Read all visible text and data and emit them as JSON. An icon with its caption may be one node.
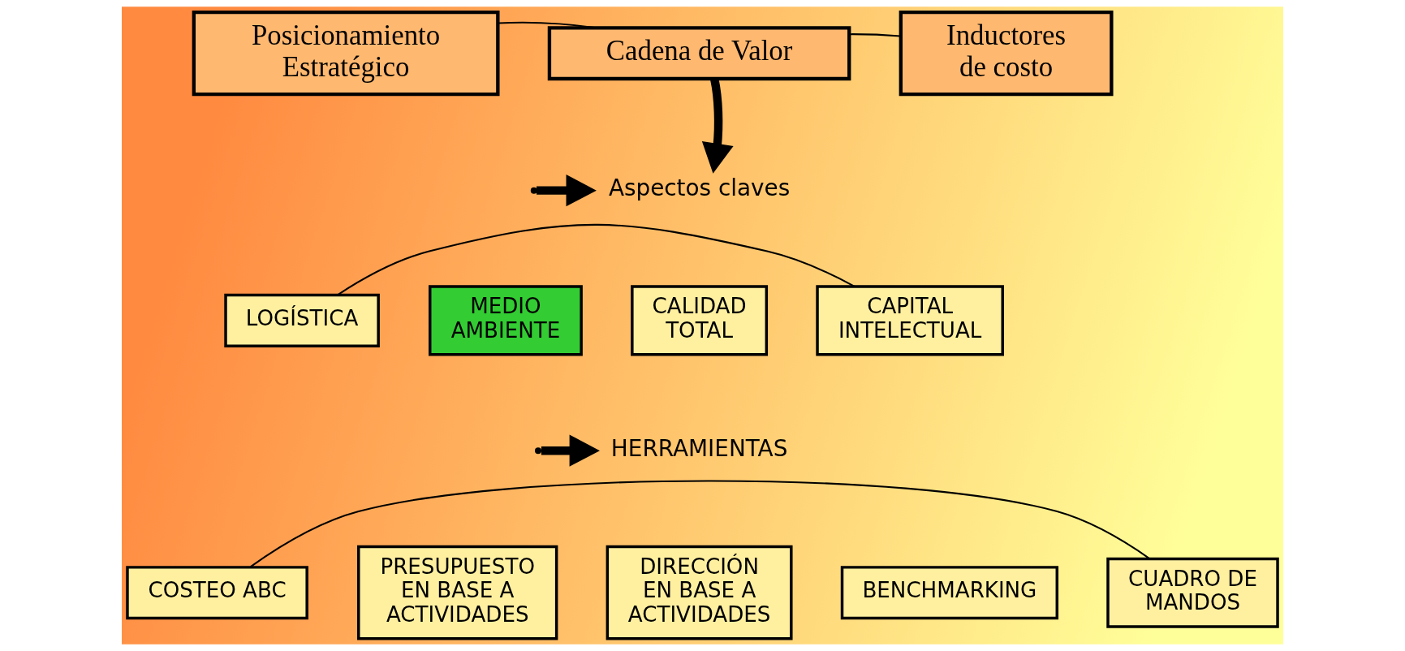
{
  "diagram": {
    "nodes": [
      {
        "text": [
          "Posicionamiento Estratégico"
        ]
      },
      {
        "text": [
          "Cadena de Valor"
        ]
      },
      {
        "text": [
          "Inductores de costo"
        ]
      },
      {
        "text": [
          "Aspectos claves"
        ]
      },
      {
        "text": [
          "LOGÍSTICA"
        ]
      },
      {
        "text": [
          "MEDIO AMBIENTE"
        ]
      },
      {
        "text": [
          "CALIDAD TOTAL"
        ]
      },
      {
        "text": [
          "CAPITAL INTELECTUAL"
        ]
      },
      {
        "text": [
          "HERRAMIENTAS"
        ]
      },
      {
        "text": [
          "COSTEO ABC"
        ]
      },
      {
        "text": [
          "PRESUPUESTO EN BASE A ACTIVIDADES"
        ]
      },
      {
        "text": [
          "DIRECCIÓN EN BASE A ACTIVIDADES"
        ]
      },
      {
        "text": [
          "BENCHMARKING"
        ]
      },
      {
        "text": [
          "CUADRO DE MANDOS"
        ]
      }
    ],
    "edges": [
      {
        "from": 0,
        "to": 1,
        "arrow": "none"
      },
      {
        "from": 1,
        "to": 2,
        "arrow": "none"
      },
      {
        "from": 1,
        "to": 3,
        "arrow": "to",
        "style": "thick"
      },
      {
        "from": null,
        "to": 3,
        "arrow": "to",
        "style": "thick"
      },
      {
        "from": 4,
        "to": 7,
        "arrow": "none"
      },
      {
        "from": null,
        "to": 8,
        "arrow": "to",
        "style": "thick"
      },
      {
        "from": 9,
        "to": 13,
        "arrow": "none"
      }
    ]
  }
}
